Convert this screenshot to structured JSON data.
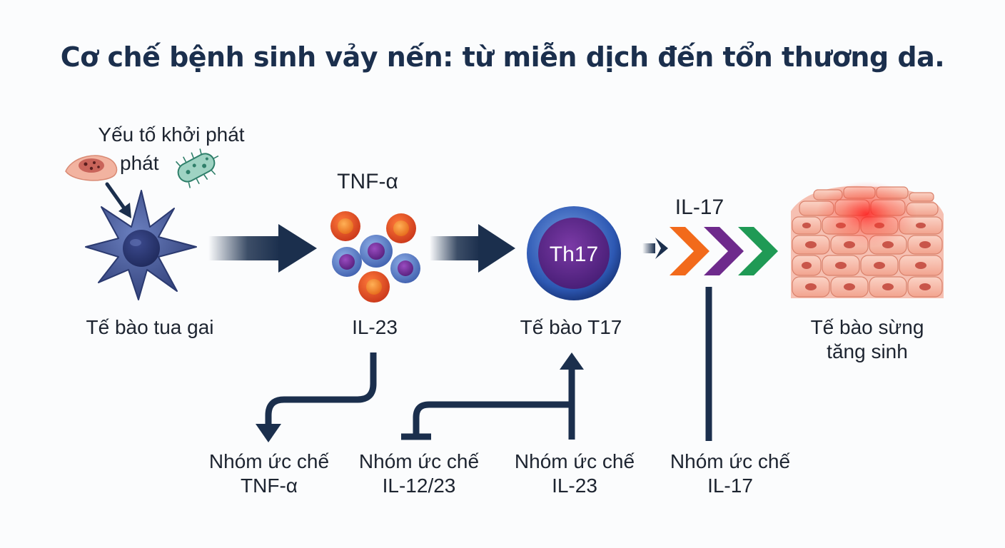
{
  "title": "Cơ chế bệnh sinh vảy nến: từ miễn dịch đến tổn thương da.",
  "trigger": {
    "line1": "Yếu tố khởi phát",
    "line2": "phát"
  },
  "cytokine_top_label": "TNF-α",
  "th17_badge": "Th17",
  "il17_top_label": "IL-17",
  "captions": {
    "dendritic_cell": "Tế bào tua gai",
    "il23": "IL-23",
    "t17_cell": "Tế bào T17",
    "keratinocyte_line1": "Tế bào sừng",
    "keratinocyte_line2": "tăng sinh"
  },
  "inhibitors": [
    {
      "line1": "Nhóm ức chế",
      "line2": "TNF-α"
    },
    {
      "line1": "Nhóm ức chế",
      "line2": "IL-12/23"
    },
    {
      "line1": "Nhóm ức chế",
      "line2": "IL-23"
    },
    {
      "line1": "Nhóm ức chế",
      "line2": "IL-17"
    }
  ],
  "colors": {
    "navy": "#1b2f4d",
    "arrow_orange": "#f26a1b",
    "arrow_purple": "#6e2a8c",
    "arrow_green": "#1f9a55",
    "orange_cell": "#e2491c",
    "blue_cell": "#5a7dc8",
    "purple_nucleus": "#6b2a92",
    "th17_ring": "#2c57b0",
    "th17_core": "#5a2a8c",
    "skin_pink": "#f3a592",
    "inflammation_red": "#e8342a"
  },
  "icons": [
    "skin-lesion-icon",
    "bacterium-icon",
    "dendritic-cell-icon",
    "cytokine-cluster-icon",
    "th17-cell-icon",
    "keratinocyte-tissue-icon"
  ]
}
